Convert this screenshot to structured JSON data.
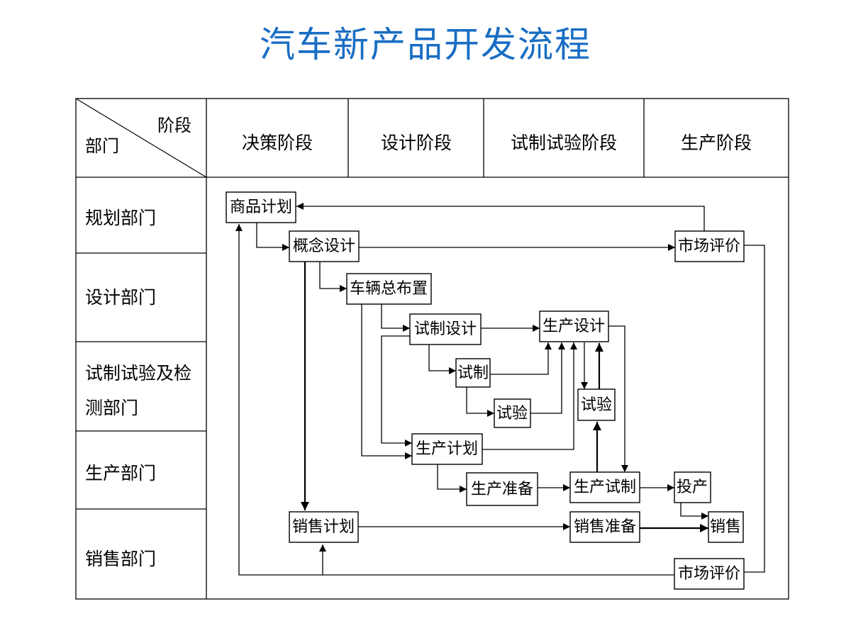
{
  "title": "汽车新产品开发流程",
  "header": {
    "corner_top": "阶段",
    "corner_bottom": "部门",
    "stages": [
      "决策阶段",
      "设计阶段",
      "试制试验阶段",
      "生产阶段"
    ]
  },
  "departments": [
    {
      "lines": [
        "规划部门"
      ]
    },
    {
      "lines": [
        "设计部门"
      ]
    },
    {
      "lines": [
        "试制试验及检",
        "测部门"
      ]
    },
    {
      "lines": [
        "生产部门"
      ]
    },
    {
      "lines": [
        "销售部门"
      ]
    }
  ],
  "nodes": {
    "product_plan": "商品计划",
    "concept_design": "概念设计",
    "market_eval_top": "市场评价",
    "vehicle_layout": "车辆总布置",
    "trial_design": "试制设计",
    "production_design": "生产设计",
    "trial_make": "试制",
    "test_left": "试验",
    "test_right": "试验",
    "production_plan": "生产计划",
    "production_prep": "生产准备",
    "production_trial": "生产试制",
    "launch": "投产",
    "sales_plan": "销售计划",
    "sales_prep": "销售准备",
    "sales": "销售",
    "market_eval_bottom": "市场评价"
  }
}
